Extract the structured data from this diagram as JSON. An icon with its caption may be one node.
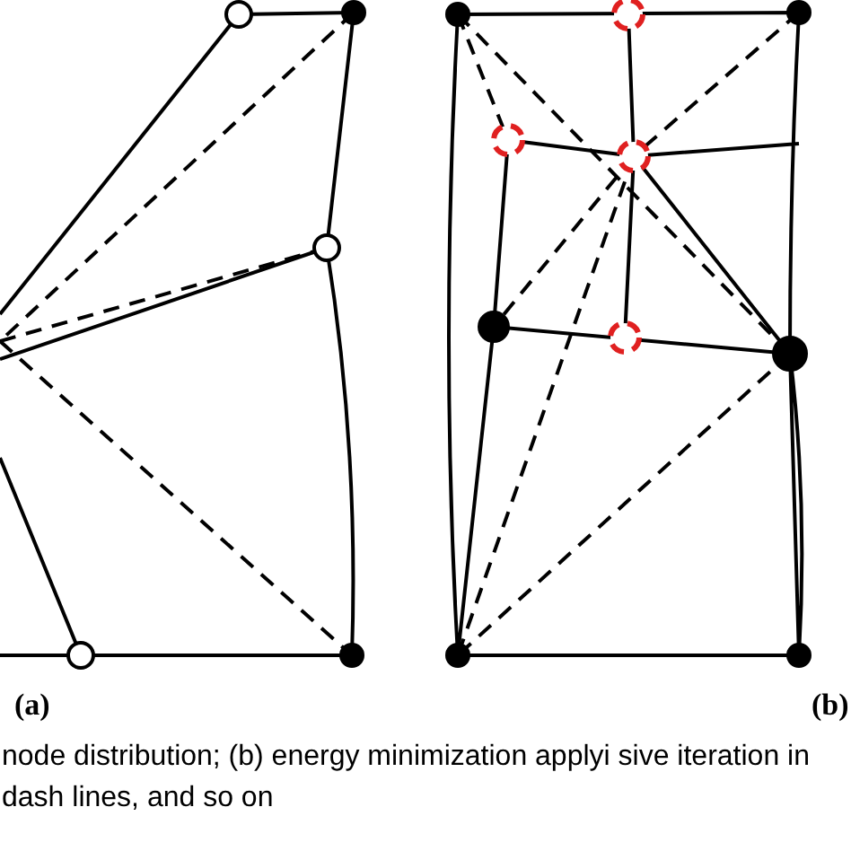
{
  "diagram": {
    "labels": [
      "(a)",
      "(b)"
    ],
    "caption": "node distribution; (b) energy minimization applyi sive iteration in dash lines, and so on"
  }
}
